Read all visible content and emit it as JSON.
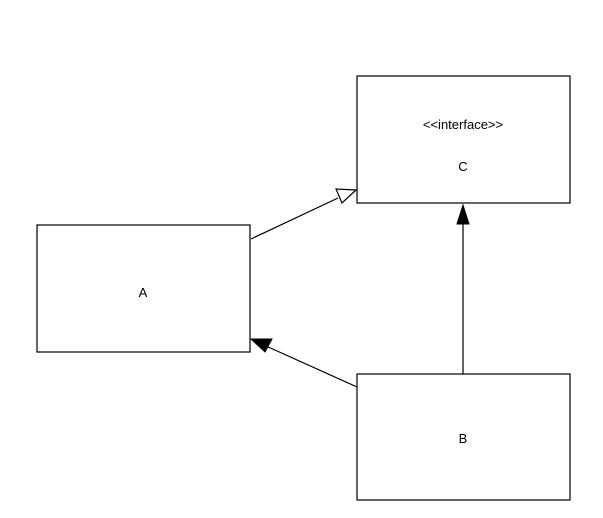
{
  "diagram": {
    "nodes": {
      "a": {
        "label": "A"
      },
      "b": {
        "label": "B"
      },
      "c": {
        "stereotype": "<<interface>>",
        "label": "C"
      }
    },
    "edges": [
      {
        "from": "A",
        "to": "C",
        "kind": "realization"
      },
      {
        "from": "B",
        "to": "A",
        "kind": "association"
      },
      {
        "from": "B",
        "to": "C",
        "kind": "association"
      }
    ]
  }
}
